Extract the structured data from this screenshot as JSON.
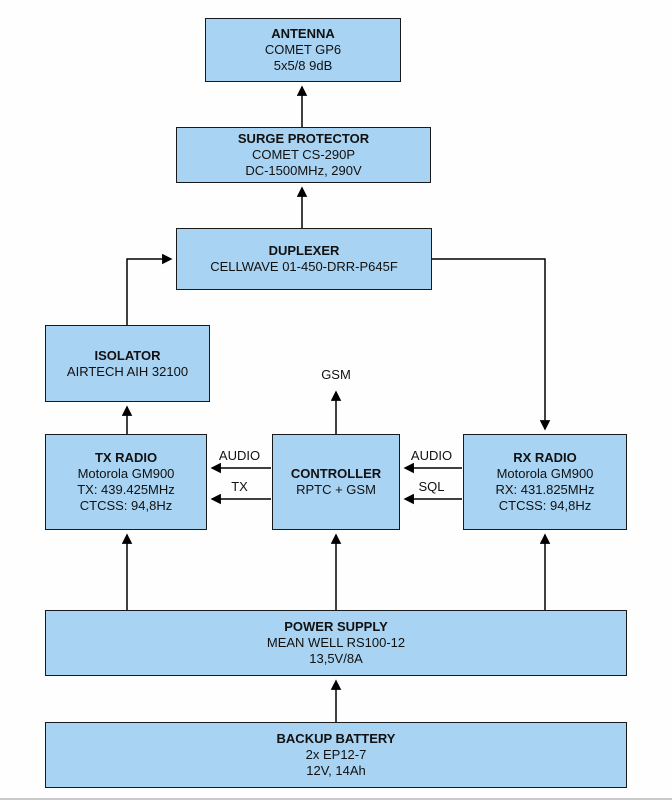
{
  "diagram": {
    "type": "block-diagram",
    "subject": "Radio repeater system wiring diagram",
    "colors": {
      "node_fill": "#a8d3f2",
      "node_border": "#1a1a1a",
      "arrow": "#000000",
      "background": "#fefefe",
      "text": "#111111"
    },
    "nodes": {
      "antenna": {
        "title": "ANTENNA",
        "lines": [
          "COMET GP6",
          "5x5/8 9dB"
        ]
      },
      "surge_protector": {
        "title": "SURGE PROTECTOR",
        "lines": [
          "COMET CS-290P",
          "DC-1500MHz, 290V"
        ]
      },
      "duplexer": {
        "title": "DUPLEXER",
        "lines": [
          "CELLWAVE 01-450-DRR-P645F"
        ]
      },
      "isolator": {
        "title": "ISOLATOR",
        "lines": [
          "AIRTECH AIH 32100"
        ]
      },
      "tx_radio": {
        "title": "TX RADIO",
        "lines": [
          "Motorola GM900",
          "TX: 439.425MHz",
          "CTCSS: 94,8Hz"
        ]
      },
      "controller": {
        "title": "CONTROLLER",
        "lines": [
          "RPTC + GSM"
        ]
      },
      "rx_radio": {
        "title": "RX RADIO",
        "lines": [
          "Motorola GM900",
          "RX: 431.825MHz",
          "CTCSS: 94,8Hz"
        ]
      },
      "power_supply": {
        "title": "POWER SUPPLY",
        "lines": [
          "MEAN WELL RS100-12",
          "13,5V/8A"
        ]
      },
      "backup_battery": {
        "title": "BACKUP BATTERY",
        "lines": [
          "2x EP12-7",
          "12V, 14Ah"
        ]
      }
    },
    "edge_labels": {
      "gsm": "GSM",
      "controller_to_tx_audio": "AUDIO",
      "controller_to_tx_ptt": "TX",
      "rx_to_controller_audio": "AUDIO",
      "rx_to_controller_sql": "SQL"
    },
    "edges": [
      {
        "from": "surge_protector",
        "to": "antenna"
      },
      {
        "from": "duplexer",
        "to": "surge_protector"
      },
      {
        "from": "isolator",
        "to": "duplexer"
      },
      {
        "from": "duplexer",
        "to": "rx_radio"
      },
      {
        "from": "tx_radio",
        "to": "isolator"
      },
      {
        "from": "controller",
        "to": "gsm"
      },
      {
        "from": "controller",
        "to": "tx_radio",
        "label": "AUDIO"
      },
      {
        "from": "controller",
        "to": "tx_radio",
        "label": "TX"
      },
      {
        "from": "rx_radio",
        "to": "controller",
        "label": "AUDIO"
      },
      {
        "from": "rx_radio",
        "to": "controller",
        "label": "SQL"
      },
      {
        "from": "power_supply",
        "to": "tx_radio"
      },
      {
        "from": "power_supply",
        "to": "controller"
      },
      {
        "from": "power_supply",
        "to": "rx_radio"
      },
      {
        "from": "backup_battery",
        "to": "power_supply"
      }
    ]
  }
}
